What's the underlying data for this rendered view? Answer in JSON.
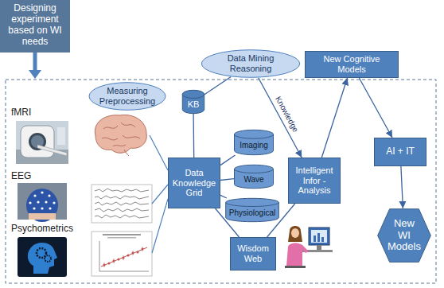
{
  "diagram": {
    "nodes": [
      {
        "text": [
          "Designing experiment based on WI needs"
        ]
      },
      {
        "text": [
          "Measuring Preprocessing"
        ]
      },
      {
        "text": [
          "Data Mining Reasoning"
        ]
      },
      {
        "text": [
          "KB"
        ]
      },
      {
        "text": [
          "New Cognitive Models"
        ]
      },
      {
        "text": [
          "Data Knowledge Grid"
        ]
      },
      {
        "text": [
          "Imaging"
        ]
      },
      {
        "text": [
          "Wave"
        ]
      },
      {
        "text": [
          "Physiological"
        ]
      },
      {
        "text": [
          "Intelligent Infor - Analysis"
        ]
      },
      {
        "text": [
          "AI + IT"
        ]
      },
      {
        "text": [
          "Wisdom Web"
        ]
      },
      {
        "text": [
          "New WI Models"
        ]
      }
    ],
    "edges": [
      {
        "from": 5,
        "to": 3,
        "arrow": "none"
      },
      {
        "from": 3,
        "to": 2,
        "arrow": "none"
      },
      {
        "from": 2,
        "to": 9,
        "label": "Knowledge",
        "arrow": "to"
      },
      {
        "from": 5,
        "to": 6,
        "arrow": "none"
      },
      {
        "from": 5,
        "to": 7,
        "arrow": "none"
      },
      {
        "from": 5,
        "to": 8,
        "arrow": "none"
      },
      {
        "from": 5,
        "to": 11,
        "arrow": "none"
      },
      {
        "from": 11,
        "to": 9,
        "arrow": "none"
      },
      {
        "from": 9,
        "to": 4,
        "arrow": "to"
      },
      {
        "from": 4,
        "to": 10,
        "arrow": "to"
      },
      {
        "from": 10,
        "to": 12,
        "arrow": "to"
      }
    ],
    "labels": [
      "fMRI",
      "EEG",
      "Psychometrics"
    ]
  }
}
